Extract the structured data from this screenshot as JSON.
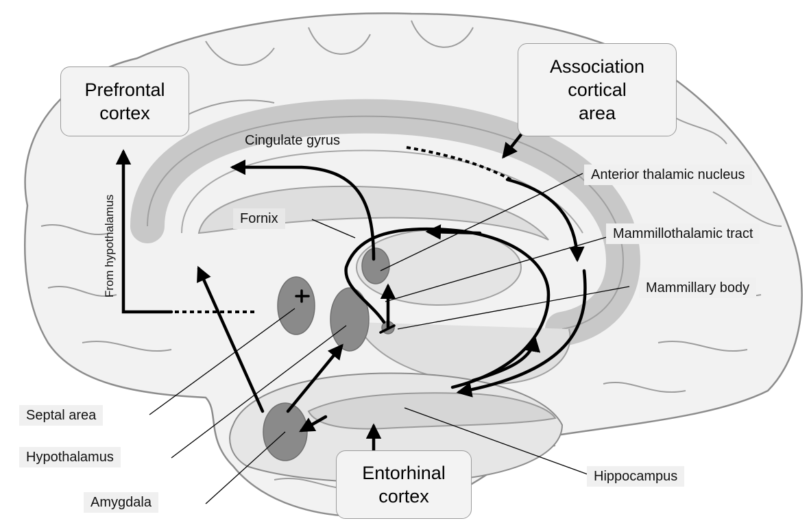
{
  "diagram": {
    "boxes": {
      "prefrontal": "Prefrontal\ncortex",
      "association": "Association\ncortical\narea",
      "entorhinal": "Entorhinal\ncortex"
    },
    "labels": {
      "cingulate_gyrus": "Cingulate gyrus",
      "fornix": "Fornix",
      "anterior_thalamic_nucleus": "Anterior thalamic nucleus",
      "mammillothalamic_tract": "Mammillothalamic tract",
      "mammillary_body": "Mammillary body",
      "septal_area": "Septal area",
      "hypothalamus": "Hypothalamus",
      "amygdala": "Amygdala",
      "hippocampus": "Hippocampus",
      "from_hypothalamus": "From hypothalamus"
    },
    "colors": {
      "brain_fill": "#f2f2f2",
      "brain_outline": "#8c8c8c",
      "nucleus_fill": "#8a8a8a",
      "pathway": "#000000",
      "label_bg": "#f0f0f0"
    }
  }
}
